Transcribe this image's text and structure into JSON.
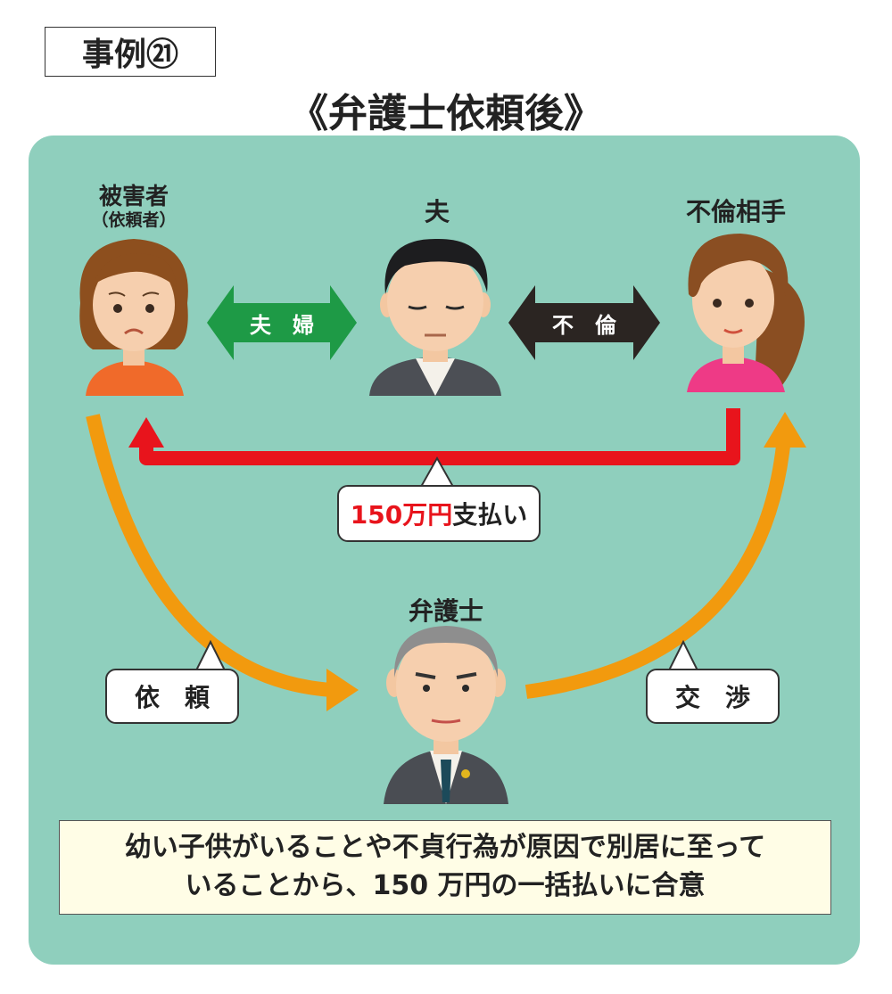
{
  "case_label": "事例㉑",
  "title": "《弁護士依頼後》",
  "people": {
    "victim": {
      "label": "被害者",
      "sub_label": "（依頼者）"
    },
    "husband": {
      "label": "夫"
    },
    "affair_partner": {
      "label": "不倫相手"
    },
    "lawyer": {
      "label": "弁護士"
    }
  },
  "arrows": {
    "couple": "夫　婦",
    "affair": "不　倫"
  },
  "bubbles": {
    "payment_amount": "150万円",
    "payment_suffix": "支払い",
    "request": "依　頼",
    "negotiation": "交　渉"
  },
  "note": {
    "line1": "幼い子供がいることや不貞行為が原因で別居に至って",
    "line2": "いることから、150 万円の一括払いに合意"
  },
  "colors": {
    "panel": "#8fcfbd",
    "couple_arrow": "#1e9a46",
    "affair_arrow": "#2b2522",
    "payment_arrow": "#e8141c",
    "flow_arrow": "#f29a0e",
    "amount_text": "#e8141c"
  }
}
